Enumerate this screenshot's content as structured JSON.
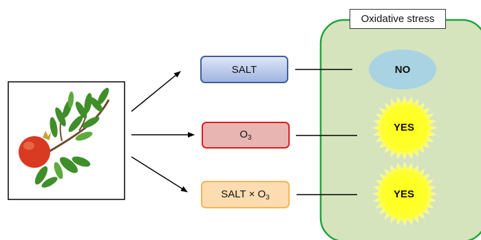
{
  "treatments": {
    "salt": {
      "label": "SALT"
    },
    "ozone": {
      "label": "O",
      "sub": "3"
    },
    "combined": {
      "label": "SALT × O",
      "sub": "3"
    }
  },
  "panel": {
    "title": "Oxidative stress"
  },
  "results": {
    "salt": "NO",
    "ozone": "YES",
    "combined": "YES"
  },
  "colors": {
    "panel_fill": "#d5e4bd",
    "panel_border": "#22a33c",
    "no_ellipse": "#a9d3e3",
    "yes_burst": "#ffff1a",
    "yes_burst_edge": "#f5f5c8"
  },
  "icons": {
    "plant": "pomegranate-branch-image"
  }
}
